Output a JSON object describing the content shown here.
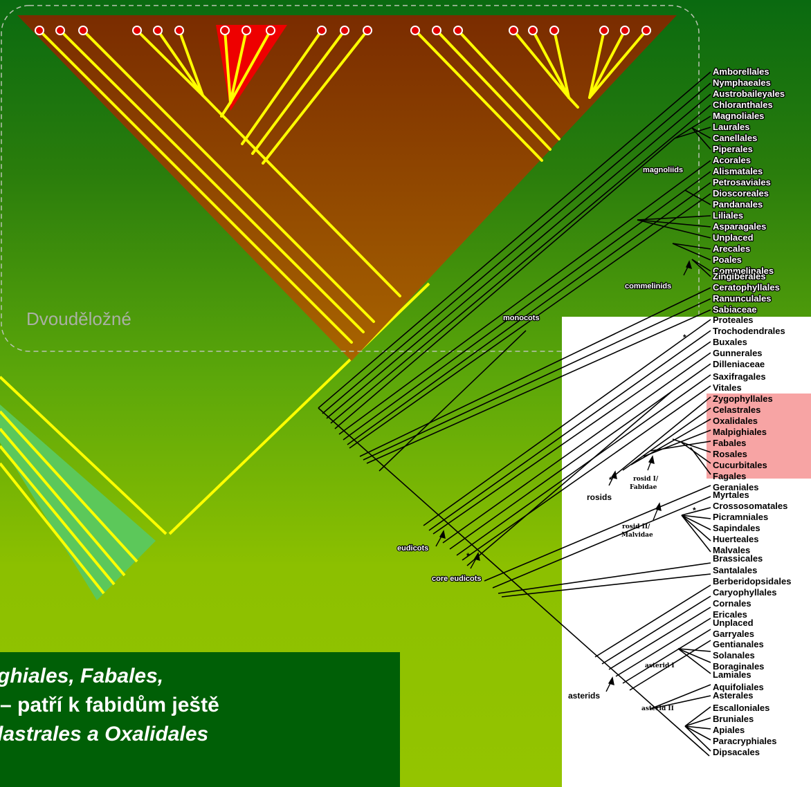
{
  "dicot_box_label": "Dvouděložné",
  "caption": {
    "line1": "ghiales, Fabales,",
    "line2": "– patří k fabidům ještě",
    "line3": "lastrales a Oxalidales"
  },
  "clade_labels": {
    "magnoliids": "magnoliids",
    "commelinids": "commelinids",
    "monocots": "monocots",
    "eudicots": "eudicots",
    "core_eudicots": "core eudicots",
    "rosids": "rosids",
    "rosid1": [
      "rosid I/",
      "Fabidae"
    ],
    "rosid2": [
      "rosid II/",
      "Malvidae"
    ],
    "asterids": "asterids",
    "asterid1": "asterid I",
    "asterid2": "asterid II"
  },
  "orders_top": [
    "Amborellales",
    "Nymphaeales",
    "Austrobaileyales",
    "Chloranthales",
    "Magnoliales",
    "Laurales",
    "Canellales",
    "Piperales",
    "Acorales",
    "Alismatales",
    "Petrosaviales",
    "Dioscoreales",
    "Pandanales",
    "Liliales",
    "Asparagales",
    "Unplaced",
    "Arecales",
    "Poales",
    "Commelinales",
    "Zingiberales",
    "Ceratophyllales",
    "Ranunculales",
    "Sabiaceae"
  ],
  "orders_bottom": [
    "Proteales",
    "Trochodendrales",
    "Buxales",
    "Gunnerales",
    "Dilleniaceae",
    "Saxifragales",
    "Vitales",
    "Zygophyllales",
    "Celastrales",
    "Oxalidales",
    "Malpighiales",
    "Fabales",
    "Rosales",
    "Cucurbitales",
    "Fagales",
    "Geraniales",
    "Myrtales",
    "Crossosomatales",
    "Picramniales",
    "Sapindales",
    "Huerteales",
    "Malvales",
    "Brassicales",
    "Santalales",
    "Berberidopsidales",
    "Caryophyllales",
    "Cornales",
    "Ericales",
    "Unplaced",
    "Garryales",
    "Gentianales",
    "Solanales",
    "Boraginales",
    "Lamiales",
    "Aquifoliales",
    "Asterales",
    "Escalloniales",
    "Bruniales",
    "Apiales",
    "Paracryphiales",
    "Dipsacales"
  ],
  "highlighted_orders": [
    "Zygophyllales",
    "Celastrales",
    "Oxalidales",
    "Malpighiales",
    "Fabales",
    "Rosales",
    "Cucurbitales",
    "Fagales"
  ],
  "colors": {
    "background_top": "#0a6a10",
    "background_bottom": "#94c400",
    "cone": "#8a4a00",
    "branch": "#ffff00",
    "red_tip": "#e00000",
    "highlight": "#f7a4a4",
    "caption_bg": "#005f06"
  },
  "markers": {
    "asterisk": "*"
  }
}
